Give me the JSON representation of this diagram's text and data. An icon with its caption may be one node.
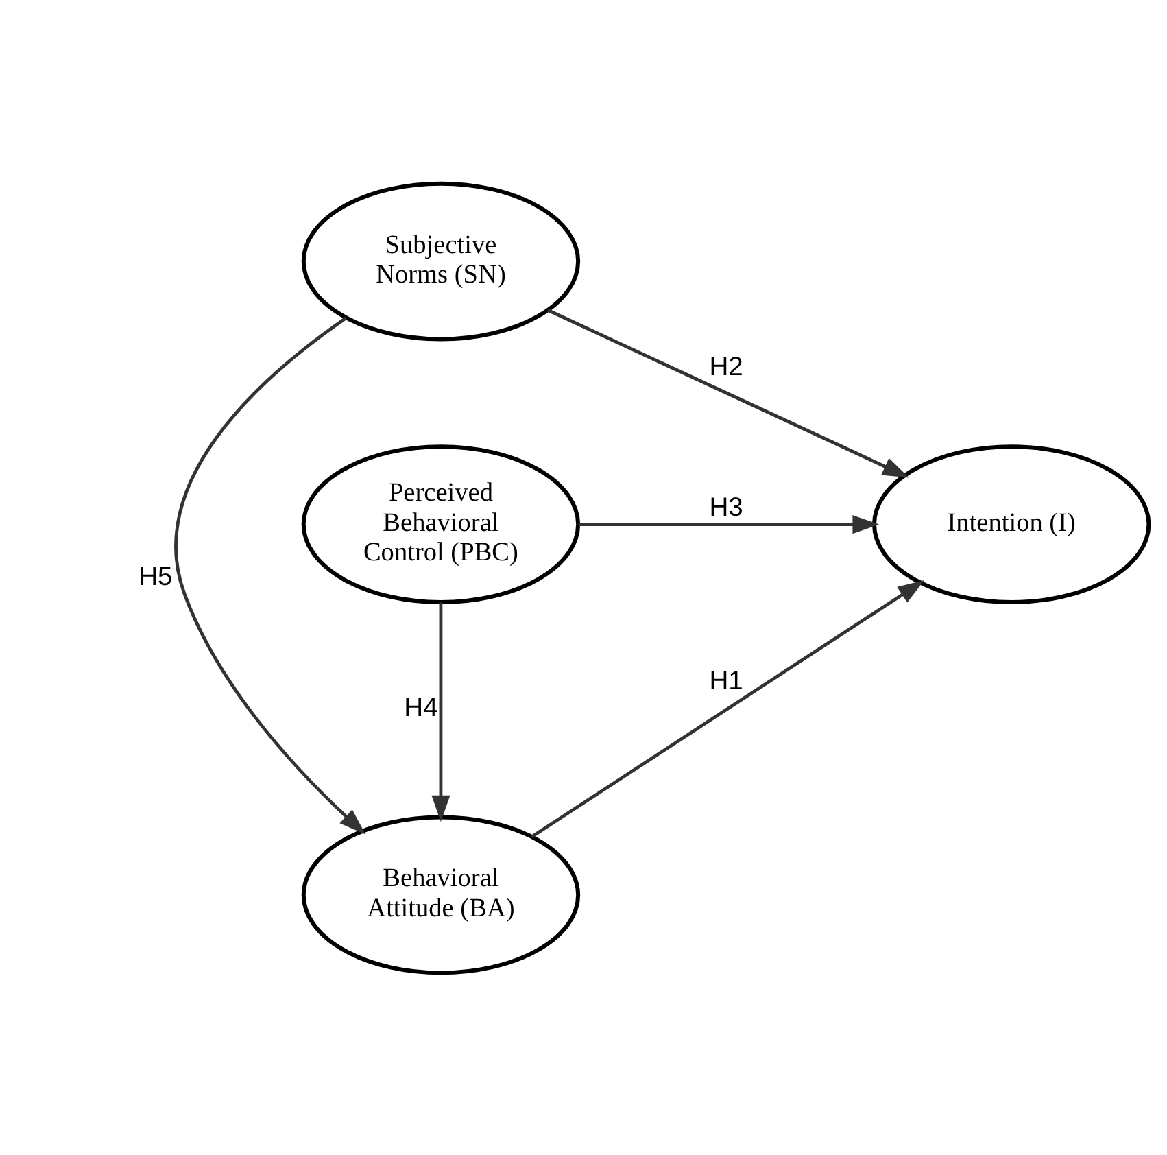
{
  "diagram": {
    "nodes": [
      {
        "text": [
          "Subjective Norms (SN)"
        ]
      },
      {
        "text": [
          "Behavioral Attitude (BA)"
        ]
      },
      {
        "text": [
          "Intention (I)"
        ]
      },
      {
        "text": [
          "Perceived Behavioral Control (PBC)"
        ]
      }
    ],
    "edges": [
      {
        "from": 0,
        "to": 2,
        "arrow": "to",
        "label": "H2"
      },
      {
        "from": 0,
        "to": 1,
        "arrow": "to",
        "label": "H5"
      },
      {
        "from": 1,
        "to": 2,
        "arrow": "to",
        "label": "H1"
      },
      {
        "from": 3,
        "to": 1,
        "arrow": "to",
        "label": "H4"
      },
      {
        "from": 3,
        "to": 2,
        "arrow": "to",
        "label": "H3"
      }
    ]
  }
}
